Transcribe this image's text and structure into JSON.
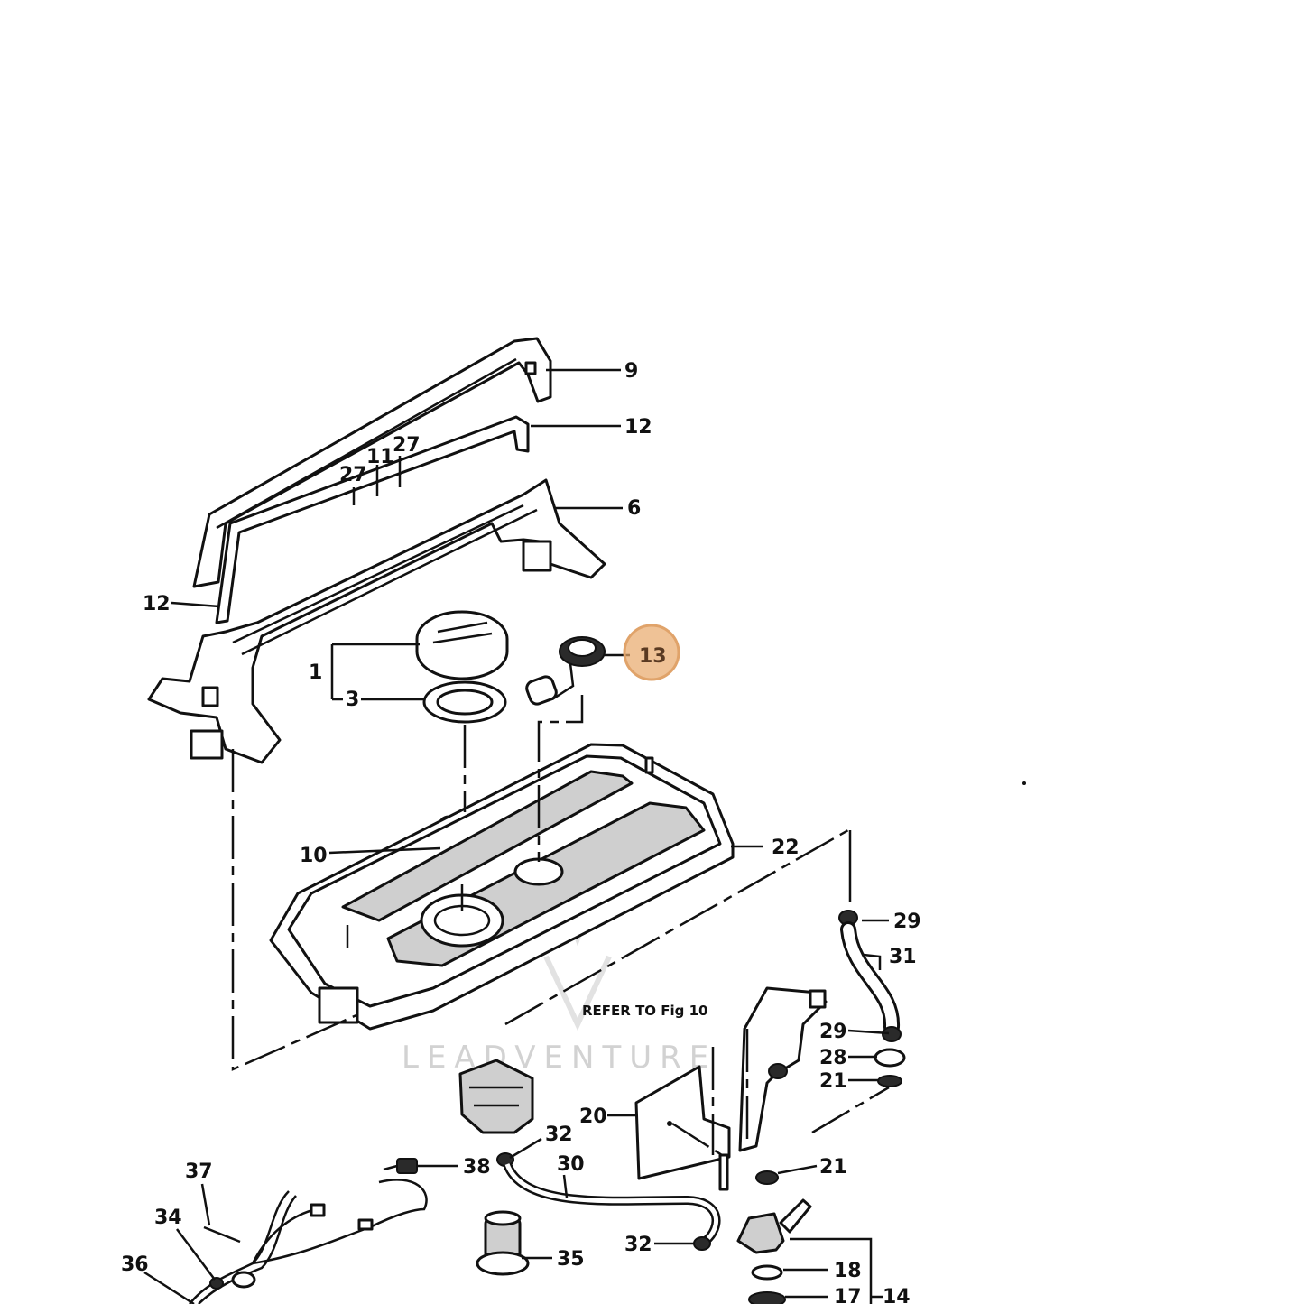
{
  "diagram": {
    "refer_text": "REFER TO Fig 10",
    "watermark": "LEADVENTURE",
    "highlight": {
      "label": "13",
      "color": "#e8a86a"
    },
    "callouts": [
      {
        "id": "c9",
        "text": "9"
      },
      {
        "id": "c12a",
        "text": "12"
      },
      {
        "id": "c27a",
        "text": "27"
      },
      {
        "id": "c11",
        "text": "11"
      },
      {
        "id": "c27b",
        "text": "27"
      },
      {
        "id": "c6",
        "text": "6"
      },
      {
        "id": "c12b",
        "text": "12"
      },
      {
        "id": "c1",
        "text": "1"
      },
      {
        "id": "c3",
        "text": "3"
      },
      {
        "id": "c10",
        "text": "10"
      },
      {
        "id": "c22",
        "text": "22"
      },
      {
        "id": "c29a",
        "text": "29"
      },
      {
        "id": "c31",
        "text": "31"
      },
      {
        "id": "c29b",
        "text": "29"
      },
      {
        "id": "c28",
        "text": "28"
      },
      {
        "id": "c21a",
        "text": "21"
      },
      {
        "id": "c20",
        "text": "20"
      },
      {
        "id": "c32a",
        "text": "32"
      },
      {
        "id": "c30",
        "text": "30"
      },
      {
        "id": "c38",
        "text": "38"
      },
      {
        "id": "c37",
        "text": "37"
      },
      {
        "id": "c34",
        "text": "34"
      },
      {
        "id": "c36",
        "text": "36"
      },
      {
        "id": "c35",
        "text": "35"
      },
      {
        "id": "c32b",
        "text": "32"
      },
      {
        "id": "c21b",
        "text": "21"
      },
      {
        "id": "c18",
        "text": "18"
      },
      {
        "id": "c17",
        "text": "17"
      },
      {
        "id": "c14",
        "text": "14"
      }
    ]
  }
}
